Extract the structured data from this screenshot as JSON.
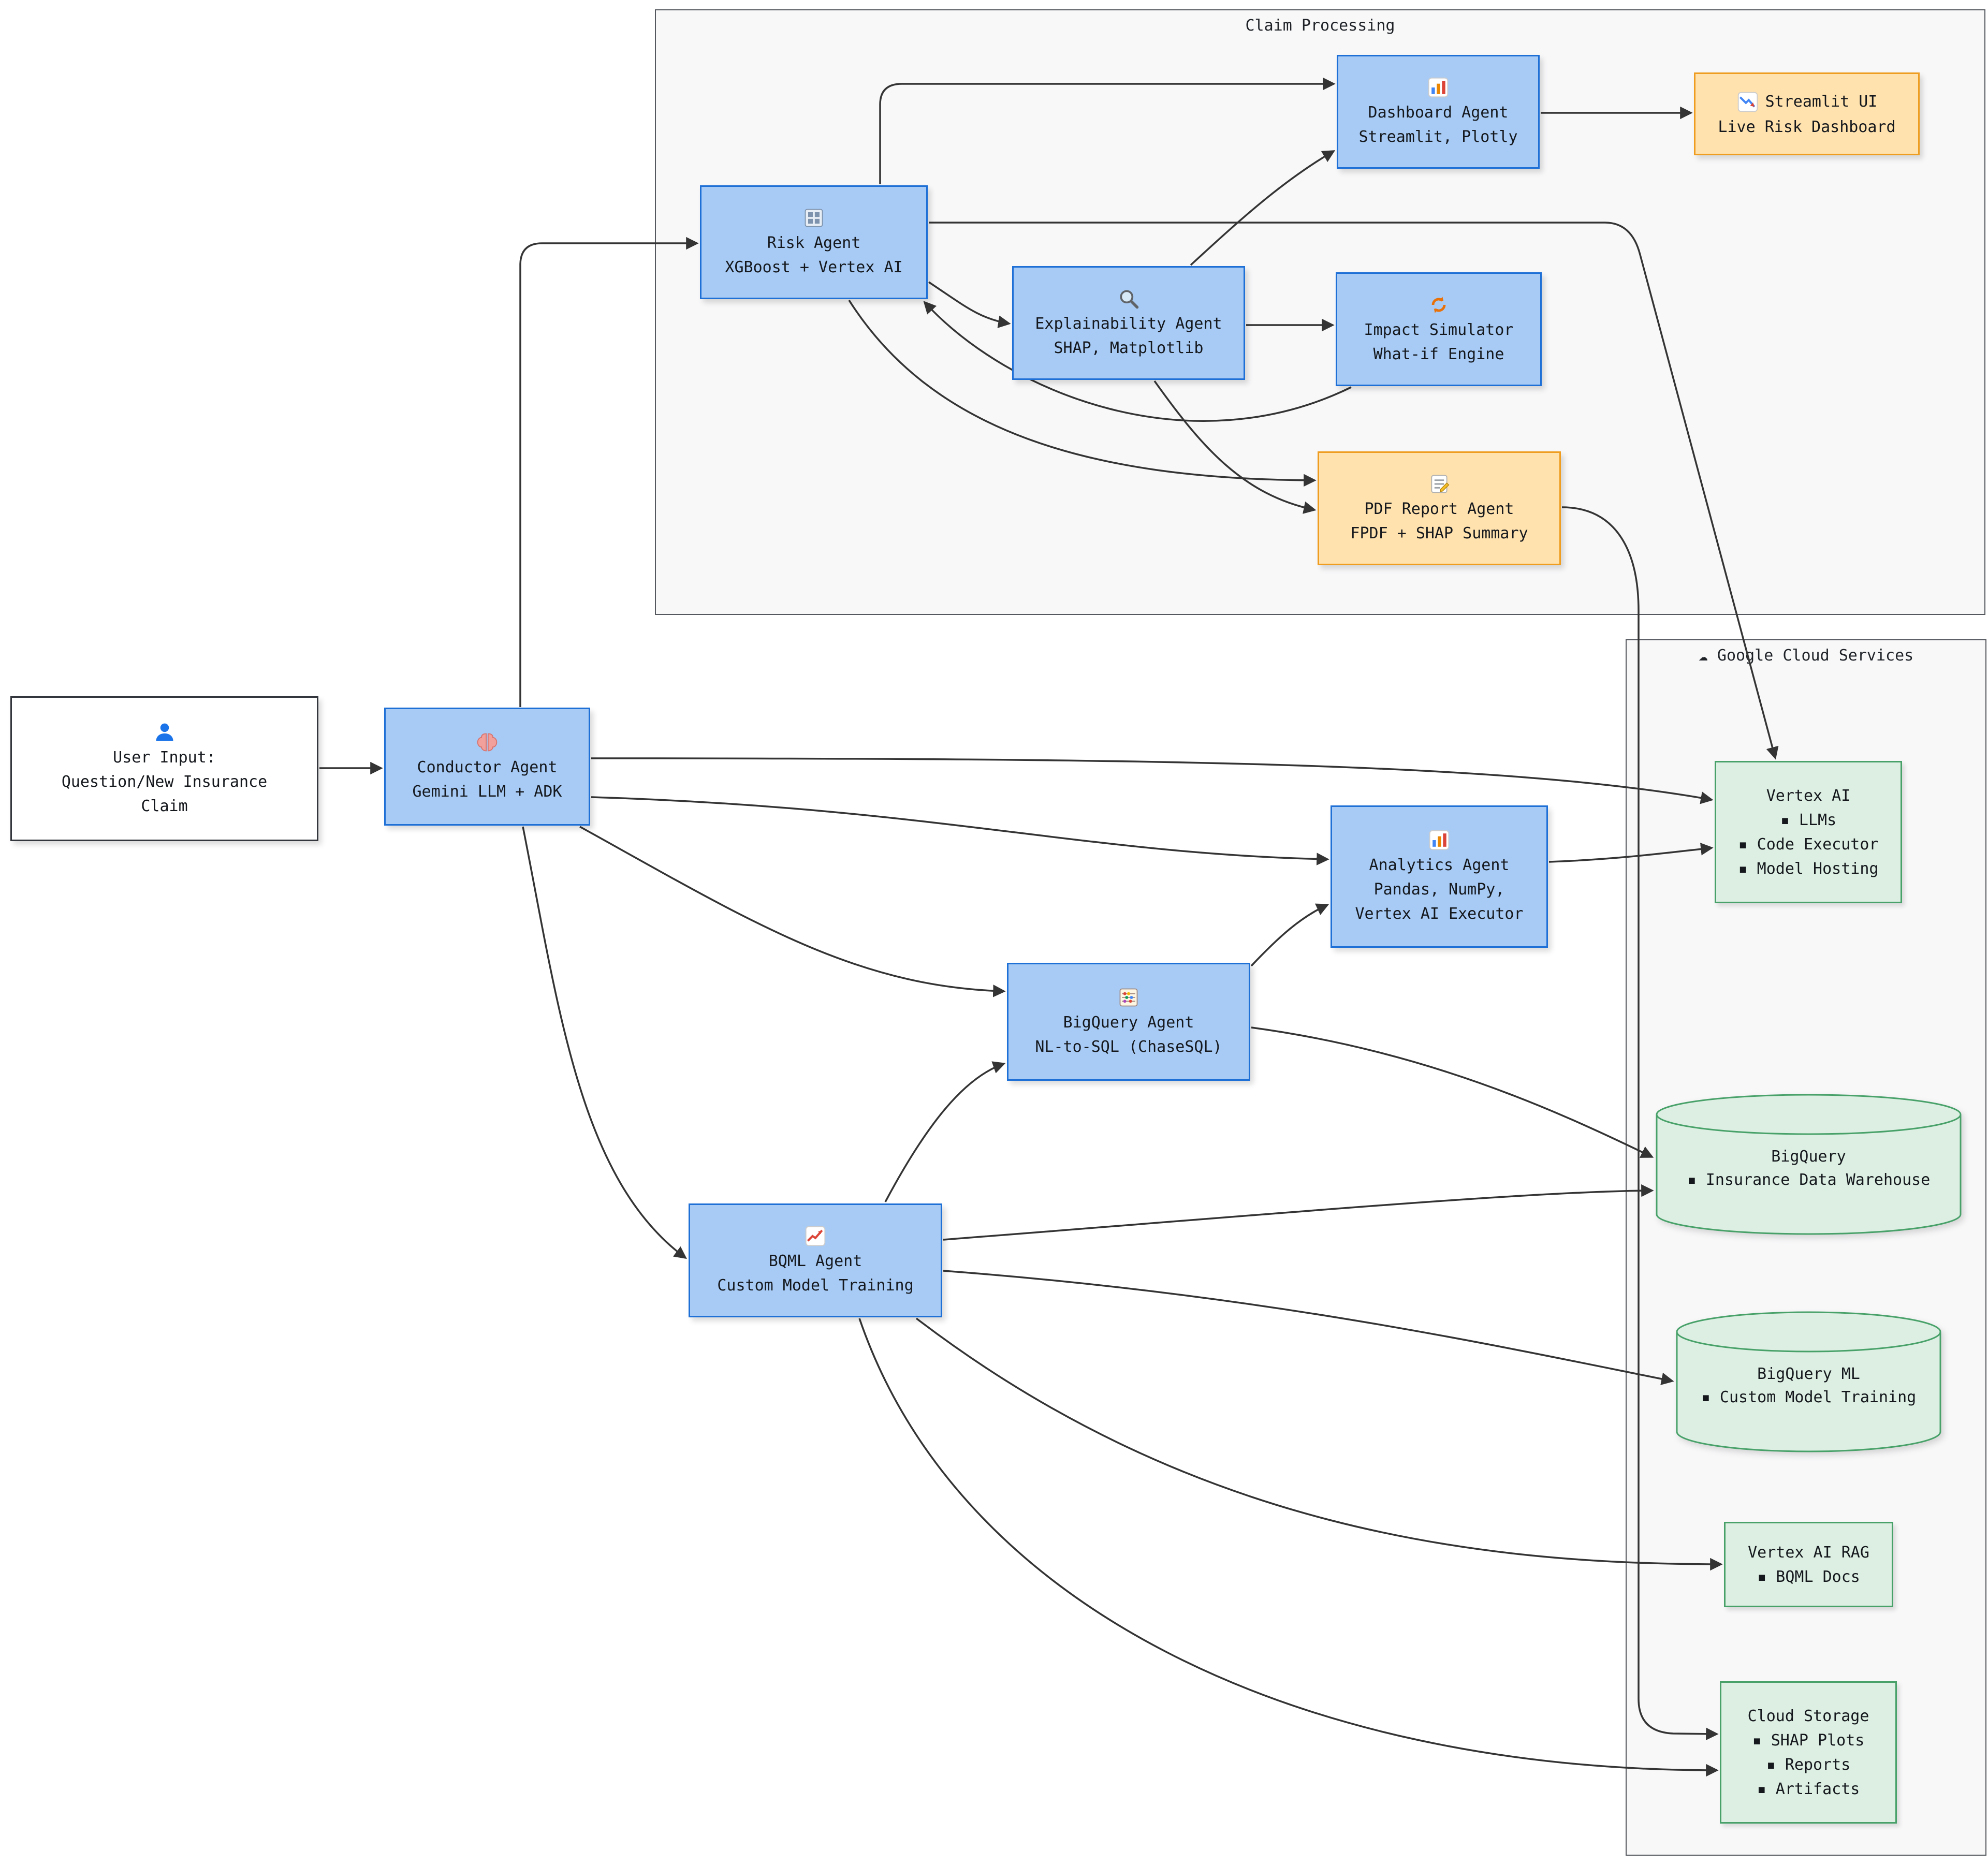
{
  "diagram": {
    "type": "flowchart",
    "subgraphs": {
      "claim_processing": {
        "title": "Claim Processing"
      },
      "google_cloud": {
        "title": "Google Cloud Services",
        "icon_glyph": "☁"
      }
    },
    "nodes": {
      "user_input": {
        "icon": "user-icon",
        "lines": [
          "User Input:",
          "Question/New Insurance",
          "Claim"
        ]
      },
      "conductor_agent": {
        "icon": "brain-icon",
        "lines": [
          "Conductor Agent",
          "Gemini LLM + ADK"
        ]
      },
      "risk_agent": {
        "icon": "control-grid-icon",
        "lines": [
          "Risk Agent",
          "XGBoost + Vertex AI"
        ]
      },
      "dashboard_agent": {
        "icon": "bar-chart-icon",
        "lines": [
          "Dashboard Agent",
          "Streamlit, Plotly"
        ]
      },
      "streamlit_ui": {
        "icon": "chart-down-icon",
        "lines": [
          "Streamlit UI",
          "Live Risk Dashboard"
        ]
      },
      "explainability_agent": {
        "icon": "magnifier-icon",
        "lines": [
          "Explainability Agent",
          "SHAP, Matplotlib"
        ]
      },
      "impact_simulator": {
        "icon": "loop-icon",
        "lines": [
          "Impact Simulator",
          "What-if Engine"
        ]
      },
      "pdf_report_agent": {
        "icon": "memo-icon",
        "lines": [
          "PDF Report Agent",
          "FPDF + SHAP Summary"
        ]
      },
      "analytics_agent": {
        "icon": "bar-chart-icon",
        "lines": [
          "Analytics Agent",
          "Pandas, NumPy,",
          "Vertex AI Executor"
        ]
      },
      "bigquery_agent": {
        "icon": "abacus-icon",
        "lines": [
          "BigQuery Agent",
          "NL-to-SQL (ChaseSQL)"
        ]
      },
      "bqml_agent": {
        "icon": "chart-up-icon",
        "lines": [
          "BQML Agent",
          "Custom Model Training"
        ]
      },
      "vertex_ai": {
        "lines": [
          "Vertex AI",
          "▪ LLMs",
          "▪ Code Executor",
          "▪ Model Hosting"
        ]
      },
      "bigquery": {
        "shape": "cylinder",
        "lines": [
          "BigQuery",
          "▪ Insurance Data Warehouse"
        ]
      },
      "bigquery_ml": {
        "shape": "cylinder",
        "lines": [
          "BigQuery ML",
          "▪ Custom Model Training"
        ]
      },
      "vertex_ai_rag": {
        "lines": [
          "Vertex AI RAG",
          "▪ BQML Docs"
        ]
      },
      "cloud_storage": {
        "lines": [
          "Cloud Storage",
          "▪ SHAP Plots",
          "▪ Reports",
          "▪ Artifacts"
        ]
      }
    },
    "edges": [
      "user_input -> conductor_agent",
      "conductor_agent -> risk_agent",
      "conductor_agent -> analytics_agent",
      "conductor_agent -> bigquery_agent",
      "conductor_agent -> bqml_agent",
      "conductor_agent -> vertex_ai",
      "risk_agent -> dashboard_agent",
      "risk_agent -> explainability_agent",
      "risk_agent -> pdf_report_agent",
      "risk_agent -> vertex_ai",
      "explainability_agent -> dashboard_agent",
      "explainability_agent -> impact_simulator",
      "explainability_agent -> pdf_report_agent",
      "impact_simulator -> risk_agent",
      "dashboard_agent -> streamlit_ui",
      "pdf_report_agent -> cloud_storage",
      "analytics_agent -> vertex_ai",
      "bigquery_agent -> analytics_agent",
      "bigquery_agent -> bigquery",
      "bqml_agent -> bigquery_agent",
      "bqml_agent -> bigquery",
      "bqml_agent -> bigquery_ml",
      "bqml_agent -> vertex_ai_rag",
      "bqml_agent -> cloud_storage"
    ],
    "colors": {
      "agent_fill": "#A7CBF5",
      "agent_border": "#1E6FD6",
      "output_fill": "#FFE2AE",
      "output_border": "#EE9D20",
      "gcp_fill": "#DCEFE2",
      "gcp_border": "#48A169",
      "edge": "#343434",
      "subgraph_fill": "#F8F8F9",
      "subgraph_border": "#55585E"
    }
  }
}
